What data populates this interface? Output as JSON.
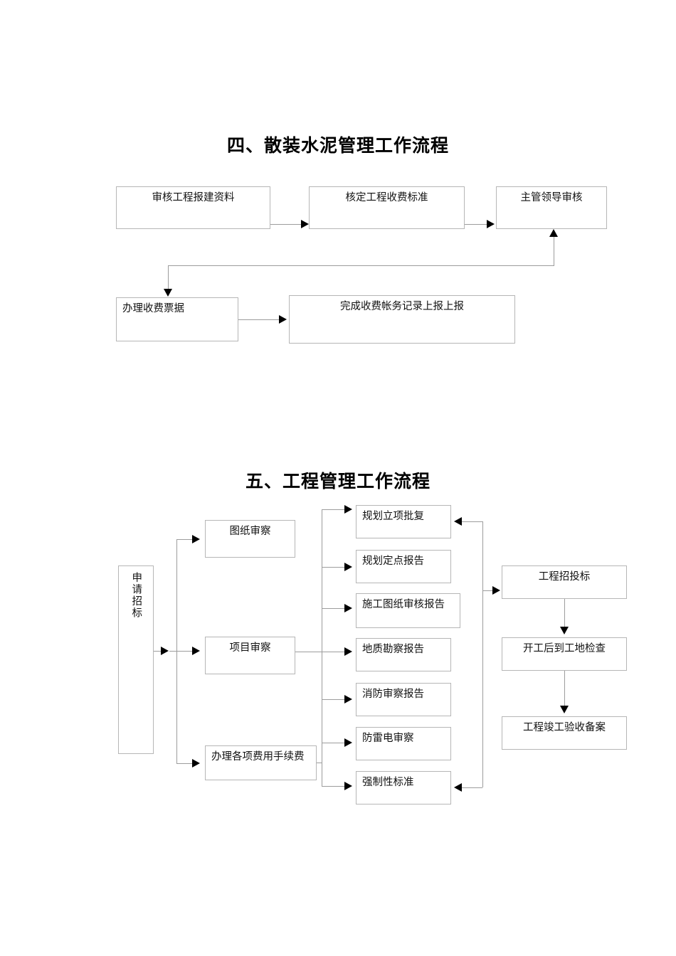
{
  "document": {
    "page_background": "#ffffff",
    "line_color": "#9c9c9c",
    "box_border_color": "#b6b6b6",
    "arrow_color": "#000000"
  },
  "section_1": {
    "title": "四、散装水泥管理工作流程",
    "boxes": [
      {
        "id": "review-construction-application",
        "label": "审核工程报建资料"
      },
      {
        "id": "verify-fee-standard",
        "label": "核定工程收费标准"
      },
      {
        "id": "supervisor-review",
        "label": "主管领导审核"
      },
      {
        "id": "process-fee-receipt",
        "label": "办理收费票据"
      },
      {
        "id": "complete-account-record",
        "label": "完成收费帐务记录上报上报"
      }
    ]
  },
  "section_2": {
    "title": "五、工程管理工作流程",
    "start_box": {
      "id": "apply-for-bidding",
      "label": "申请招标"
    },
    "stage_boxes": [
      {
        "id": "drawing-review",
        "label": "图纸审察"
      },
      {
        "id": "project-review",
        "label": "项目审察"
      },
      {
        "id": "process-fees",
        "label": "办理各项费用手续费"
      }
    ],
    "document_boxes": [
      {
        "id": "planning-approval",
        "label": "规划立项批复"
      },
      {
        "id": "planning-site-report",
        "label": "规划定点报告"
      },
      {
        "id": "construction-drawing-report",
        "label": "施工图纸审核报告"
      },
      {
        "id": "geological-survey-report",
        "label": "地质勘察报告"
      },
      {
        "id": "fire-review-report",
        "label": "消防审察报告"
      },
      {
        "id": "lightning-review",
        "label": "防雷电审察"
      },
      {
        "id": "mandatory-standard",
        "label": "强制性标准"
      }
    ],
    "result_boxes": [
      {
        "id": "project-bidding",
        "label": "工程招投标"
      },
      {
        "id": "site-inspection",
        "label": "开工后到工地检查"
      },
      {
        "id": "completion-acceptance",
        "label": "工程竣工验收备案"
      }
    ]
  }
}
